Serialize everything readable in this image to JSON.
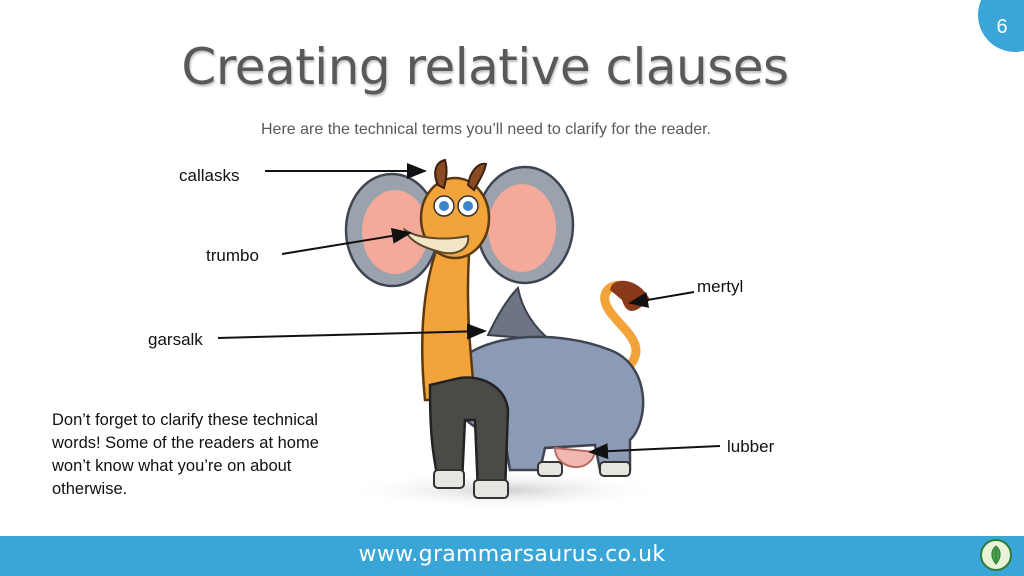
{
  "slide": {
    "page_number": "6",
    "title": "Creating relative clauses",
    "subtitle": "Here are the technical terms you’ll need to clarify for the reader."
  },
  "labels": {
    "callasks": "callasks",
    "trumbo": "trumbo",
    "garsalk": "garsalk",
    "mertyl": "mertyl",
    "lubber": "lubber"
  },
  "note": "Don’t forget to clarify these technical words! Some of the readers at home won’t know what you’re on about otherwise.",
  "footer": {
    "url": "www.grammarsaurus.co.uk",
    "logo_icon": "grammarsaurus-logo-icon"
  },
  "colors": {
    "accent_blue": "#3aa6d8",
    "creature_orange": "#f2a33a",
    "creature_grey": "#8c9bb5"
  }
}
